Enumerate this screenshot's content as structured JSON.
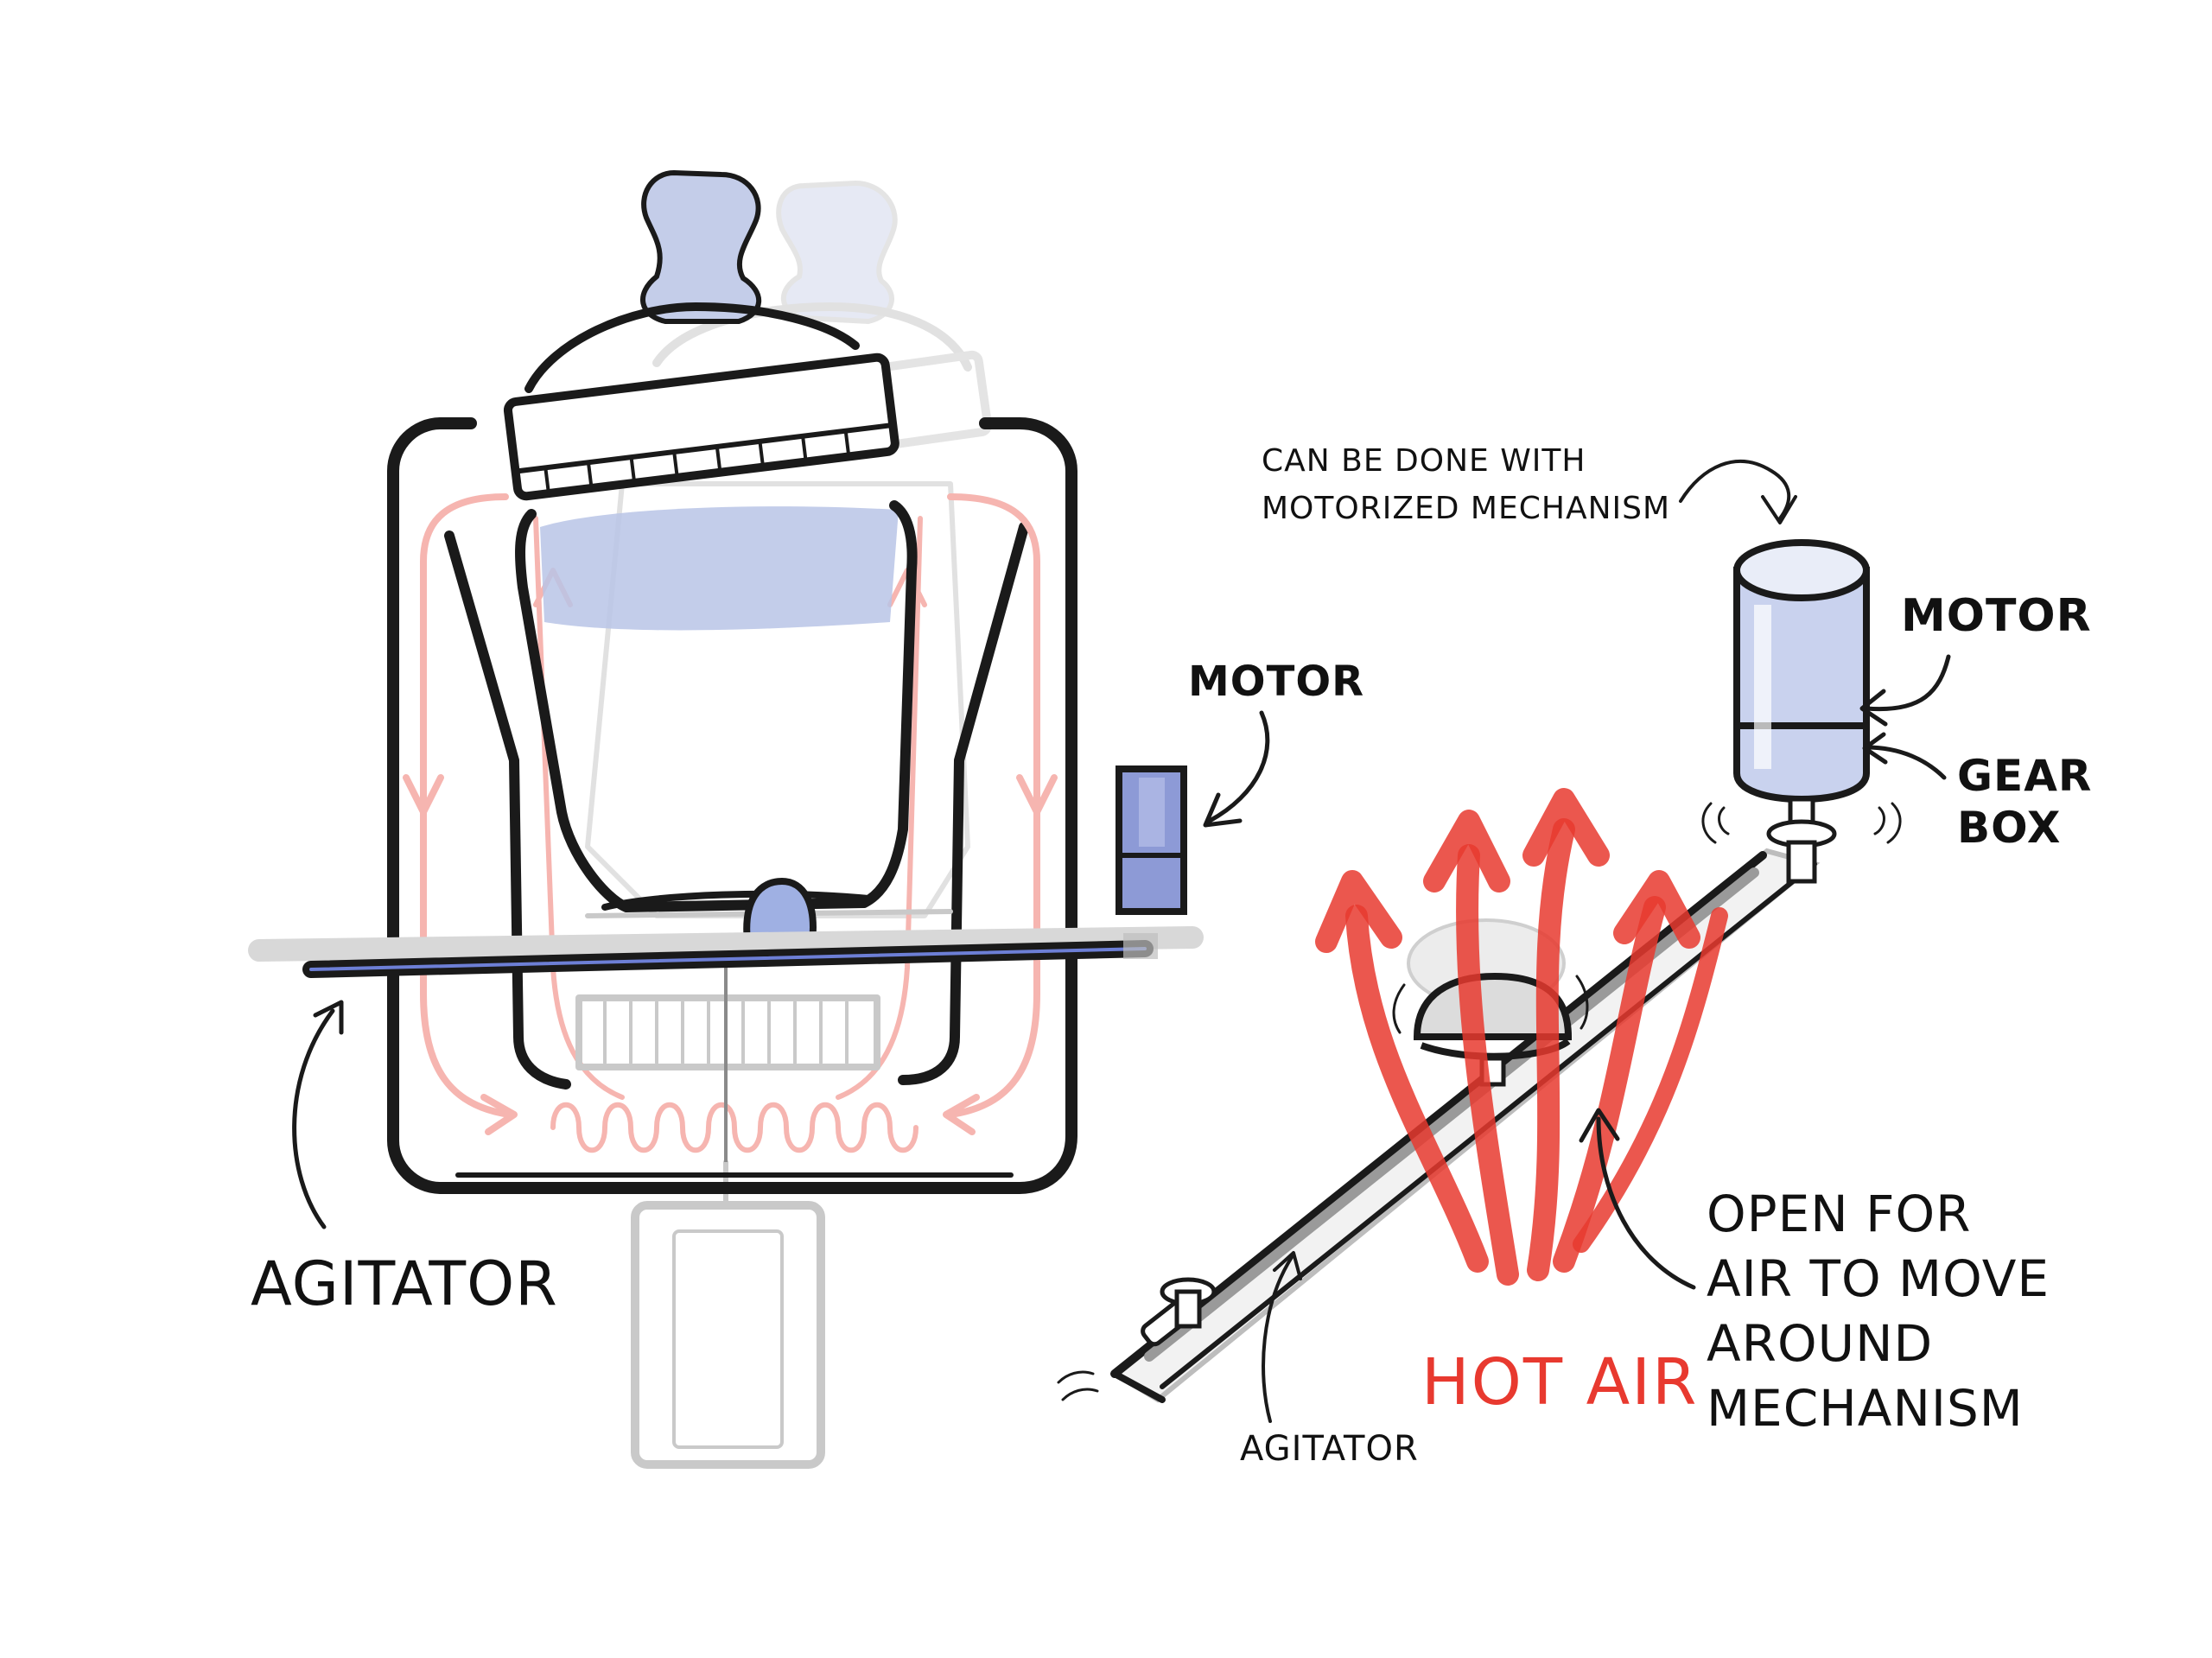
{
  "labels": {
    "motor_left": "MOTOR",
    "agitator_left": "AGITATOR",
    "note_line1": "CAN BE DONE WITH",
    "note_line2": "MOTORIZED MECHANISM",
    "motor_right": "MOTOR",
    "gear_box_line1": "GEAR",
    "gear_box_line2": "BOX",
    "open_line1": "OPEN FOR",
    "open_line2": "AIR TO MOVE",
    "open_line3": "AROUND",
    "open_line4": "MECHANISM",
    "hot_air": "HOT AIR",
    "agitator_right": "AGITATOR"
  },
  "colors": {
    "ink": "#1a1a1a",
    "hot_air_red": "#e8392f",
    "airflow_pink": "#f6b5b0",
    "bottle_blue": "#b8c4e6",
    "motor_blue": "#8d9ad6",
    "ghost_gray": "#c9c9c9"
  }
}
